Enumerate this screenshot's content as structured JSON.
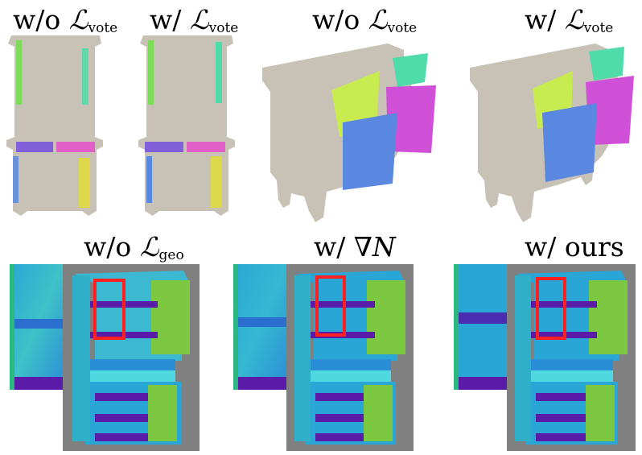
{
  "top_labels": {
    "label_1": {
      "prefix": "w/o ",
      "symbol": "ℒ",
      "sub": "vote"
    },
    "label_2": {
      "prefix": "w/ ",
      "symbol": "ℒ",
      "sub": "vote"
    },
    "label_3": {
      "prefix": "w/o ",
      "symbol": "ℒ",
      "sub": "vote"
    },
    "label_4": {
      "prefix": "w/ ",
      "symbol": "ℒ",
      "sub": "vote"
    }
  },
  "bottom_labels": {
    "label_1": {
      "prefix": "w/o ",
      "symbol": "ℒ",
      "sub": "geo"
    },
    "label_2": {
      "prefix": "w/ ",
      "symbol": "∇N"
    },
    "label_3": {
      "prefix": "w/ ours"
    }
  },
  "colors": {
    "cabinet": "#c8c1b5",
    "green": "#7fdc5a",
    "teal": "#4fdcaa",
    "purple": "#8060d8",
    "pink": "#e060c8",
    "blue": "#5a88e0",
    "yellow": "#dcd84a",
    "lime": "#c8ec50",
    "magenta": "#d050d8",
    "highlight": "#ff2020",
    "normal_bg": "#808080"
  }
}
